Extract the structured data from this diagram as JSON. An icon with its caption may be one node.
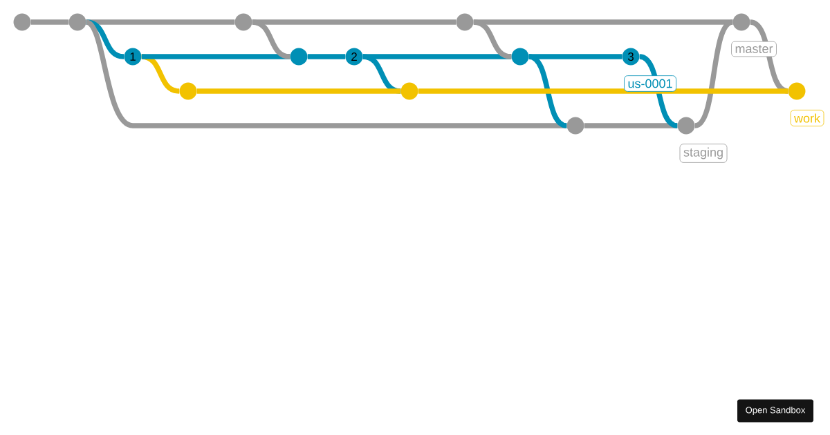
{
  "diagram": {
    "nodes": [
      {
        "text": [],
        "shape": "circle"
      },
      {
        "text": [],
        "shape": "circle"
      },
      {
        "text": [],
        "shape": "circle"
      },
      {
        "text": [],
        "shape": "circle"
      },
      {
        "text": [],
        "shape": "circle",
        "beside": [
          "master"
        ]
      },
      {
        "text": [
          "1"
        ]
      },
      {
        "text": [],
        "shape": "circle"
      },
      {
        "text": [
          "2"
        ]
      },
      {
        "text": [],
        "shape": "circle"
      },
      {
        "text": [
          "3"
        ],
        "beside": [
          "us-0001"
        ]
      },
      {
        "text": [],
        "shape": "circle"
      },
      {
        "text": [],
        "shape": "circle"
      },
      {
        "text": [],
        "shape": "circle",
        "beside": [
          "work"
        ]
      },
      {
        "text": [],
        "shape": "circle"
      },
      {
        "text": [],
        "shape": "circle",
        "beside": [
          "staging"
        ]
      }
    ],
    "edges": [
      {
        "from": 0,
        "to": 1,
        "arrow": "none"
      },
      {
        "from": 1,
        "to": 2,
        "arrow": "none"
      },
      {
        "from": 2,
        "to": 3,
        "arrow": "none"
      },
      {
        "from": 3,
        "to": 4,
        "arrow": "none"
      },
      {
        "from": 1,
        "to": 5,
        "arrow": "none",
        "color": "#008fb5"
      },
      {
        "from": 1,
        "to": 13,
        "arrow": "none"
      },
      {
        "from": 5,
        "to": 10,
        "arrow": "none",
        "color": "#f2c200"
      },
      {
        "from": 5,
        "to": 6,
        "arrow": "none",
        "color": "#008fb5"
      },
      {
        "from": 2,
        "to": 6,
        "arrow": "none"
      },
      {
        "from": 6,
        "to": 7,
        "arrow": "none",
        "color": "#008fb5"
      },
      {
        "from": 7,
        "to": 11,
        "arrow": "none",
        "color": "#008fb5"
      },
      {
        "from": 10,
        "to": 11,
        "arrow": "none",
        "color": "#f2c200"
      },
      {
        "from": 7,
        "to": 8,
        "arrow": "none",
        "color": "#008fb5"
      },
      {
        "from": 3,
        "to": 8,
        "arrow": "none"
      },
      {
        "from": 8,
        "to": 13,
        "arrow": "none",
        "color": "#008fb5"
      },
      {
        "from": 8,
        "to": 9,
        "arrow": "none",
        "color": "#008fb5"
      },
      {
        "from": 13,
        "to": 14,
        "arrow": "none"
      },
      {
        "from": 9,
        "to": 14,
        "arrow": "none",
        "color": "#008fb5"
      },
      {
        "from": 14,
        "to": 4,
        "arrow": "none"
      },
      {
        "from": 4,
        "to": 12,
        "arrow": "none"
      },
      {
        "from": 11,
        "to": 12,
        "arrow": "none",
        "color": "#f2c200"
      }
    ],
    "labels": [
      "Open Sandbox"
    ]
  }
}
